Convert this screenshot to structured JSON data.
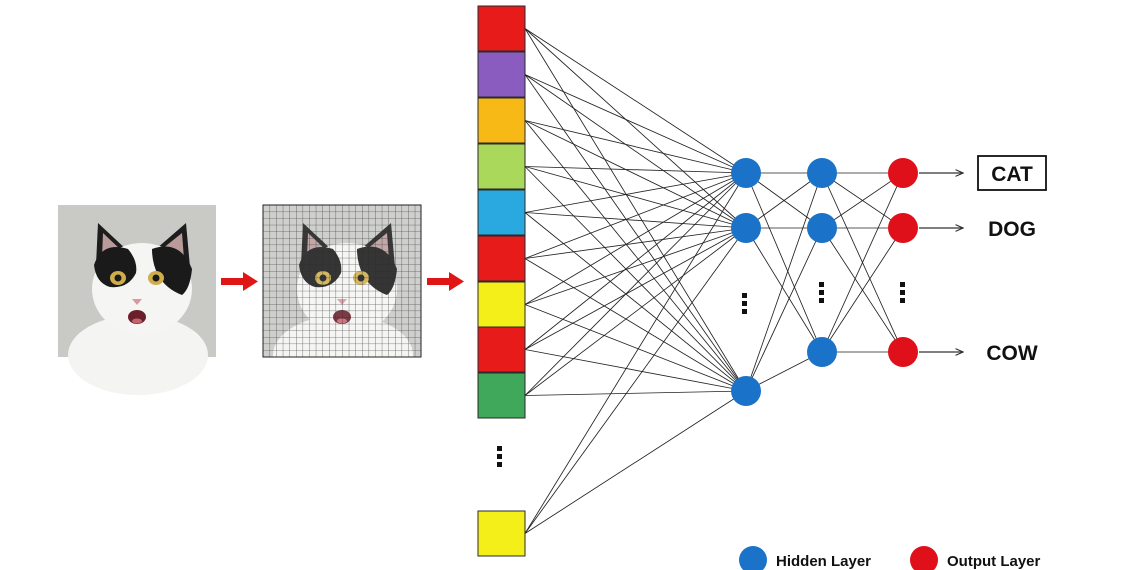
{
  "colors": {
    "hidden_node": "#1a73c8",
    "output_node": "#e0101a",
    "arrow": "#e01515",
    "edge": "#222222"
  },
  "images": {
    "cat_photo": "cat-photo",
    "cat_grid": "cat-photo-pixel-grid"
  },
  "input_cells": [
    {
      "color": "#e81b1b"
    },
    {
      "color": "#8b5cc0"
    },
    {
      "color": "#f6b916"
    },
    {
      "color": "#a9d85a"
    },
    {
      "color": "#29a9e0"
    },
    {
      "color": "#e81b1b"
    },
    {
      "color": "#f5ef19"
    },
    {
      "color": "#e81b1b"
    },
    {
      "color": "#3fa85a"
    },
    {
      "color": "#f5ef19"
    }
  ],
  "outputs": [
    {
      "label": "CAT",
      "boxed": true
    },
    {
      "label": "DOG",
      "boxed": false
    },
    {
      "label": "COW",
      "boxed": false
    }
  ],
  "legend": {
    "hidden": "Hidden Layer",
    "output": "Output Layer"
  }
}
